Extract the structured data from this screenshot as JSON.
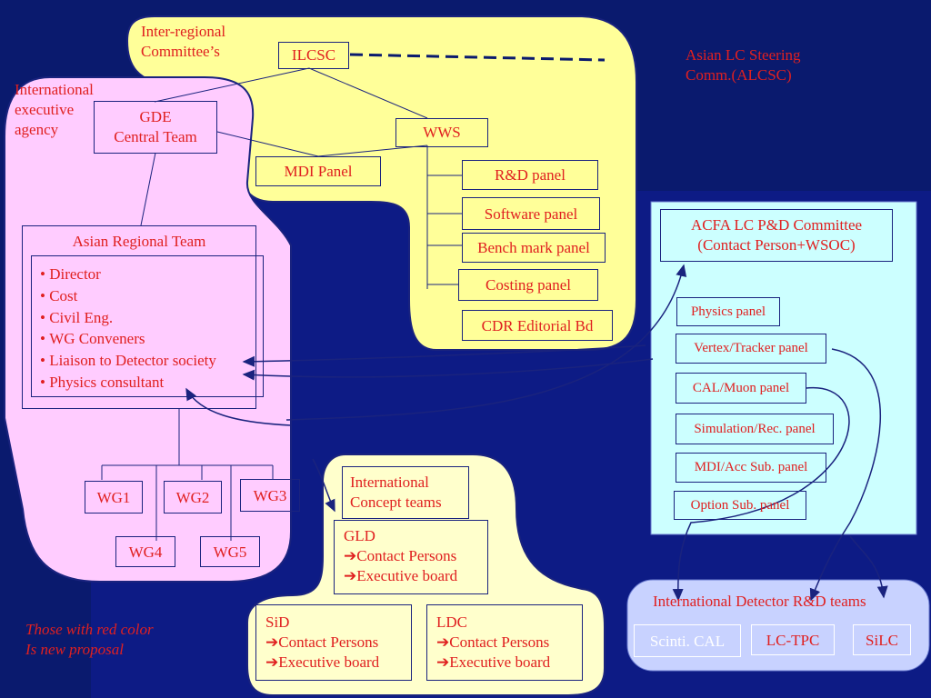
{
  "labels": {
    "inter_regional": "Inter-regional\nCommittee’s",
    "ilcsc": "ILCSC",
    "asian_lc_steering": "Asian LC Steering\nComm.(ALCSC)",
    "intl_exec_agency": "International\nexecutive\nagency",
    "gde": "GDE\nCentral Team",
    "wws": "WWS",
    "mdi_panel": "MDI Panel",
    "rd_panel": "R&D panel",
    "software_panel": "Software panel",
    "bench_mark_panel": "Bench mark panel",
    "costing_panel": "Costing panel",
    "cdr_editorial": "CDR Editorial Bd",
    "acfa_committee": "ACFA LC P&D Committee\n(Contact Person+WSOC)",
    "physics_panel": "Physics panel",
    "vertex_tracker": "Vertex/Tracker panel",
    "cal_muon": "CAL/Muon panel",
    "simulation_rec": "Simulation/Rec. panel",
    "mdi_acc": "MDI/Acc Sub. panel",
    "option_sub": "Option Sub. panel",
    "asian_regional_team": "Asian Regional Team",
    "wg1": "WG1",
    "wg2": "WG2",
    "wg3": "WG3",
    "wg4": "WG4",
    "wg5": "WG5",
    "intl_concept_teams": "International\nConcept teams",
    "gld": "GLD\n➔Contact Persons\n➔Executive board",
    "sid": "SiD\n➔Contact Persons\n➔Executive board",
    "ldc": "LDC\n➔Contact Persons\n➔Executive board",
    "intl_detector_rd": "International Detector R&D teams",
    "scinti_cal": "Scinti. CAL",
    "lc_tpc": "LC-TPC",
    "silc": "SiLC",
    "note": "Those with red color\nIs new proposal"
  },
  "asian_team_members": [
    "Director",
    "Cost",
    "Civil Eng.",
    "WG Conveners",
    "Liaison to Detector society",
    "Physics consultant"
  ],
  "colors": {
    "background": "#0a1a6e",
    "yellow_region": "#ffff99",
    "pink_region": "#ffccff",
    "acfa_panel": "#ccffff",
    "detector_region": "#c8d2ff",
    "concept_region": "#ffffcc",
    "text_red": "#e02020",
    "line": "#1a237e"
  }
}
